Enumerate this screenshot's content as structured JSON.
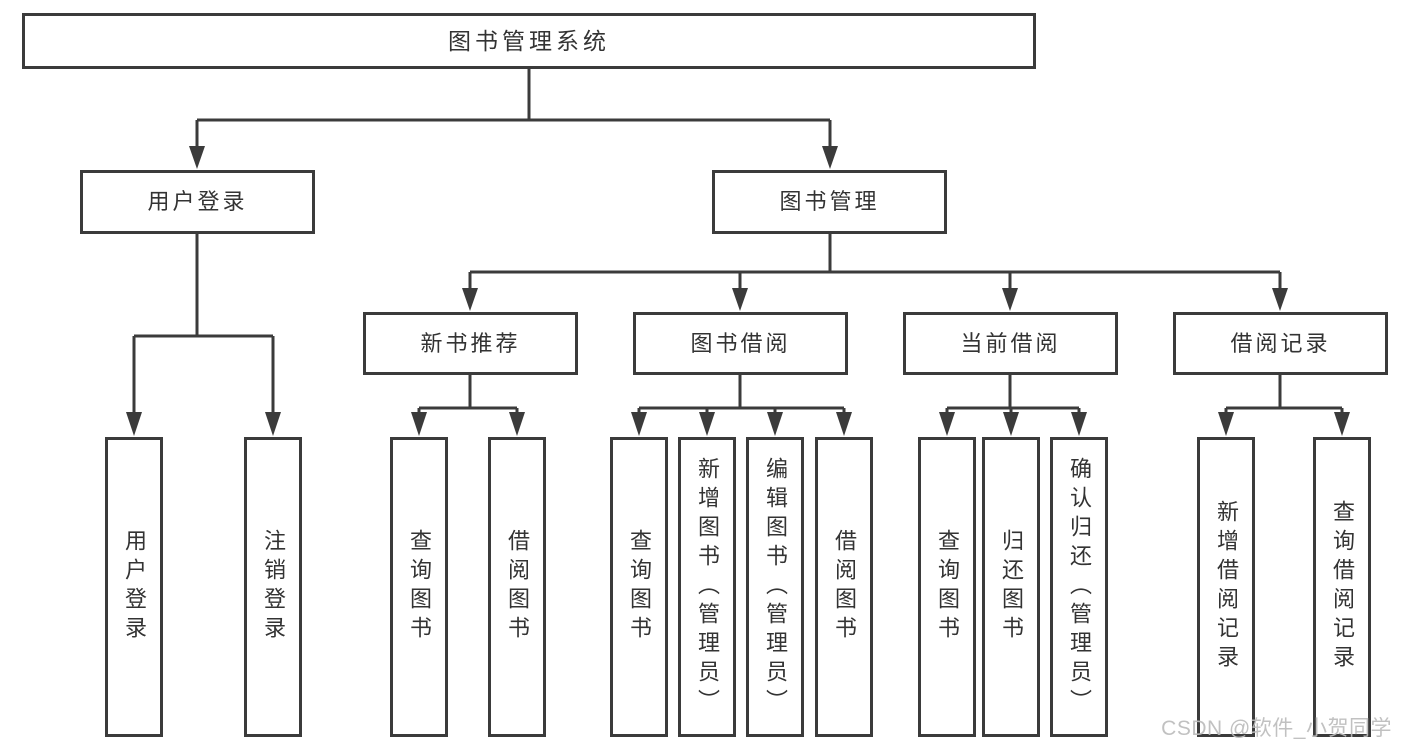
{
  "tree": {
    "label": "图书管理系统",
    "children": [
      {
        "label": "用户登录",
        "children": [
          {
            "label": "用户登录"
          },
          {
            "label": "注销登录"
          }
        ]
      },
      {
        "label": "图书管理",
        "children": [
          {
            "label": "新书推荐",
            "children": [
              {
                "label": "查询图书"
              },
              {
                "label": "借阅图书"
              }
            ]
          },
          {
            "label": "图书借阅",
            "children": [
              {
                "label": "查询图书"
              },
              {
                "label": "新增图书（管理员）"
              },
              {
                "label": "编辑图书（管理员）"
              },
              {
                "label": "借阅图书"
              }
            ]
          },
          {
            "label": "当前借阅",
            "children": [
              {
                "label": "查询图书"
              },
              {
                "label": "归还图书"
              },
              {
                "label": "确认归还（管理员）"
              }
            ]
          },
          {
            "label": "借阅记录",
            "children": [
              {
                "label": "新增借阅记录"
              },
              {
                "label": "查询借阅记录"
              }
            ]
          }
        ]
      }
    ]
  },
  "watermark": {
    "text": "CSDN @软件_小贺同学"
  },
  "colors": {
    "line": "#3b3b3b",
    "text": "#333333",
    "background": "#ffffff",
    "watermark": "#bcbcbc"
  }
}
